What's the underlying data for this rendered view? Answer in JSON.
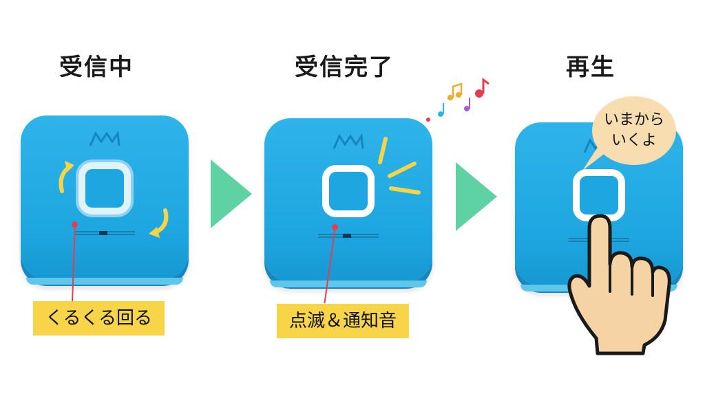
{
  "stages": [
    {
      "title": "受信中",
      "caption": "くるくる回る"
    },
    {
      "title": "受信完了",
      "caption": "点滅＆通知音"
    },
    {
      "title": "再生",
      "speech_line1": "いまから",
      "speech_line2": "いくよ"
    }
  ],
  "colors": {
    "device_blue": "#1ea6e0",
    "arrow_green": "#5fd2a4",
    "caption_yellow": "#f8d449",
    "pointer_red": "#e53d4f",
    "bubble_beige": "#f7ddb0"
  },
  "icons": [
    "rotate-arrow-icon",
    "flash-lines-icon",
    "music-notes-icon",
    "pointing-hand-icon",
    "brand-logo-icon"
  ]
}
